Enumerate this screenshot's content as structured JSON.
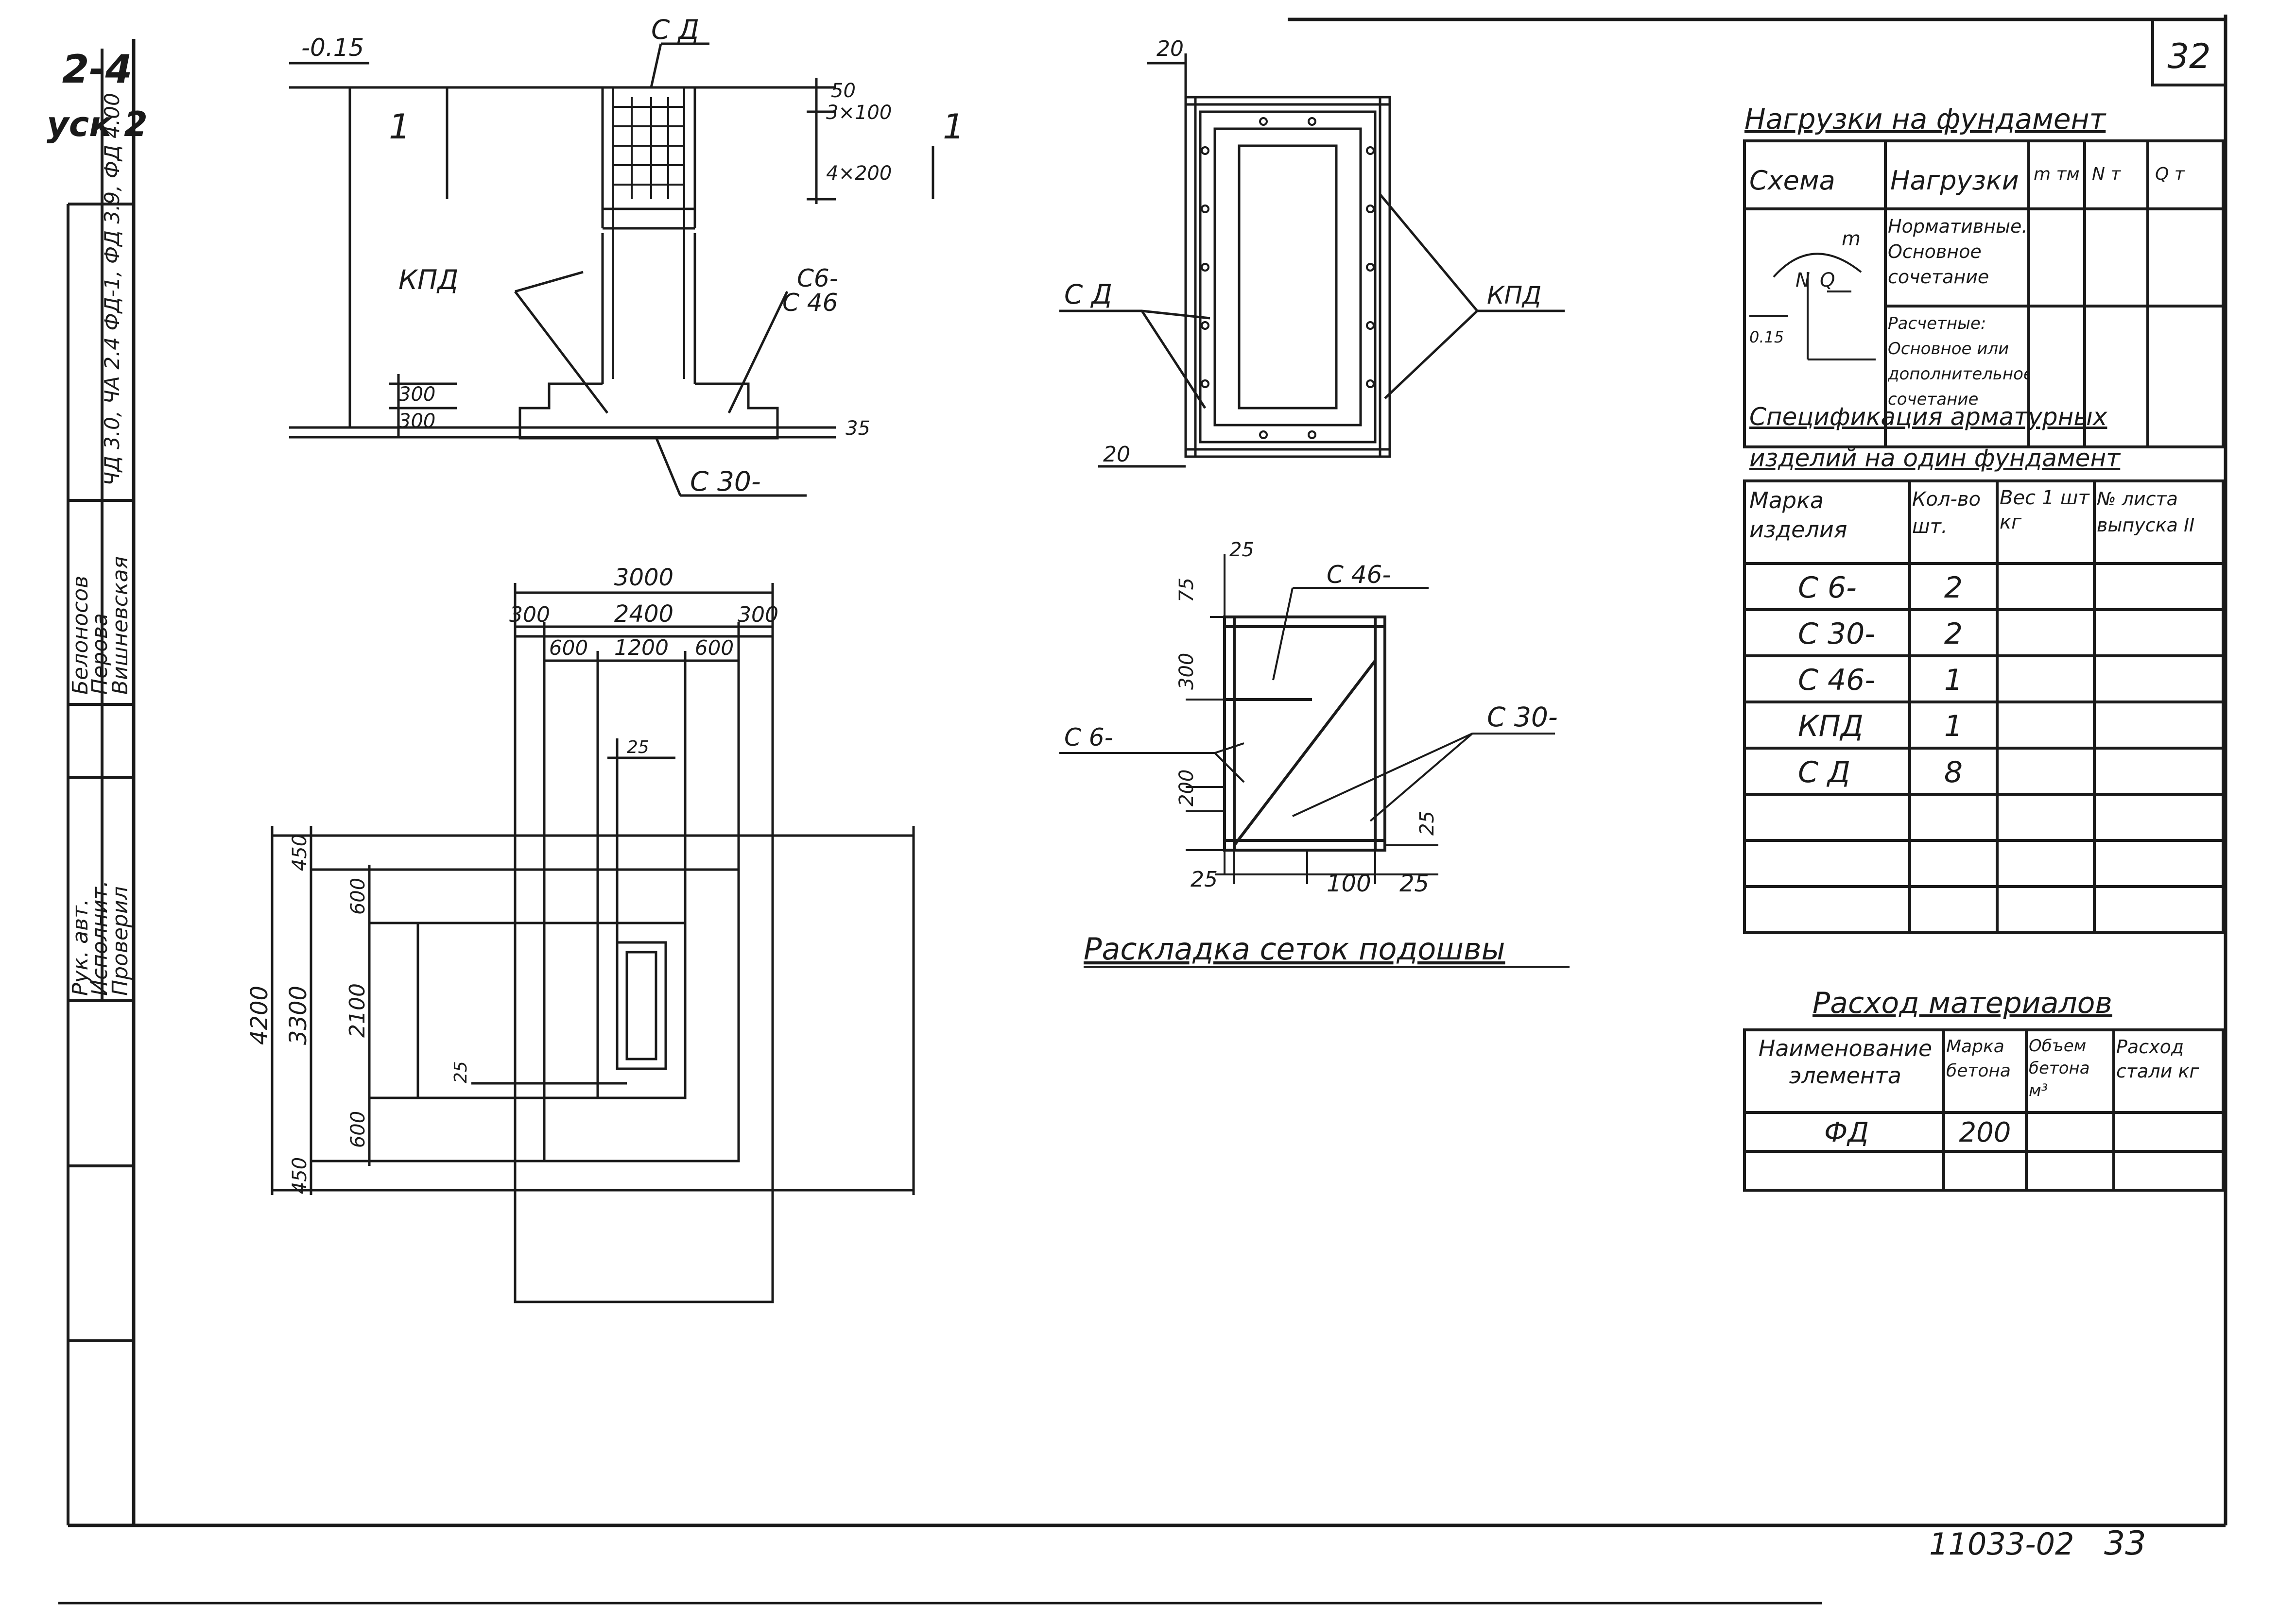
{
  "sheet": {
    "page_number": "32",
    "doc_code": "11033-02",
    "doc_page": "33",
    "title_block": {
      "series": "2-4",
      "section": "уск 2",
      "designation": "ЧД 3.0, ЧА 2.4 ФД-1, ФД 3.9, ФД 4.00",
      "roles": [
        "Рук. авт.",
        "Исполнит.",
        "Проверил"
      ],
      "names": [
        "Белоносов",
        "Перова",
        "Вишневская"
      ]
    }
  },
  "section_view": {
    "section_mark_left": "1",
    "section_mark_right": "1",
    "level": "-0.15",
    "cd_label": "С Д",
    "kpd_label": "КПД",
    "c6_label": "С6-",
    "c46_label": "С 46",
    "c30_label": "С 30-",
    "dims": {
      "top_gap": "50",
      "spacing_1": "3×100",
      "spacing_2": "4×200",
      "step_1": "300",
      "step_2": "300",
      "cover": "35"
    }
  },
  "plan_view": {
    "width_total": "3000",
    "w_outer_left": "300",
    "w_mid": "2400",
    "w_outer_right": "300",
    "w_inner_left": "600",
    "w_inner_mid": "1200",
    "w_inner_right": "600",
    "inset_top": "25",
    "inset_bottom": "25",
    "height_total": "4200",
    "h_outer_top": "450",
    "h_mid": "3300",
    "h_outer_bottom": "450",
    "h_inner_top": "600",
    "h_inner_mid": "2100",
    "h_inner_bottom": "600"
  },
  "rebar_view": {
    "top_dim": "20",
    "bottom_dim": "20",
    "cd_label": "С Д",
    "kpd_label": "КПД"
  },
  "mesh_layout": {
    "caption": "Раскладка сеток подошвы",
    "c46_label": "С 46-",
    "c6_label": "С 6-",
    "c30_label": "С 30-",
    "dims": {
      "top": "25",
      "top_left": "75",
      "mid_left": "300",
      "low_left": "200",
      "bottom_left": "25",
      "bottom_mid": "100",
      "bottom_right": "25",
      "right": "25"
    }
  },
  "loads_table": {
    "title": "Нагрузки на фундамент",
    "headers": [
      "Схема",
      "Нагрузки",
      "m тм",
      "N т",
      "Q т"
    ],
    "scheme_labels": {
      "m": "m",
      "n": "N",
      "q": "Q",
      "level": "0.15"
    },
    "rows": [
      {
        "name": "Нормативные. Основное сочетание"
      },
      {
        "name": "Расчетные: Основное или дополнительное сочетание"
      }
    ]
  },
  "spec_table": {
    "title_line1": "Спецификация арматурных",
    "title_line2": "изделий на один фундамент",
    "headers": [
      "Марка изделия",
      "Кол-во шт.",
      "Вес 1 шт кг",
      "№ листа выпуска II"
    ],
    "rows": [
      {
        "mark": "С 6-",
        "qty": "2"
      },
      {
        "mark": "С 30-",
        "qty": "2"
      },
      {
        "mark": "С 46-",
        "qty": "1"
      },
      {
        "mark": "КПД",
        "qty": "1"
      },
      {
        "mark": "С Д",
        "qty": "8"
      },
      {
        "mark": "",
        "qty": ""
      },
      {
        "mark": "",
        "qty": ""
      },
      {
        "mark": "",
        "qty": ""
      }
    ]
  },
  "materials_table": {
    "title": "Расход материалов",
    "headers": [
      "Наименование элемента",
      "Марка бетона",
      "Объем бетона м³",
      "Расход стали кг"
    ],
    "rows": [
      {
        "name": "ФД",
        "grade": "200",
        "volume": "",
        "steel": ""
      },
      {
        "name": "",
        "grade": "",
        "volume": "",
        "steel": ""
      }
    ]
  },
  "colors": {
    "ink": "#1a1a1a",
    "paper": "#ffffff"
  }
}
